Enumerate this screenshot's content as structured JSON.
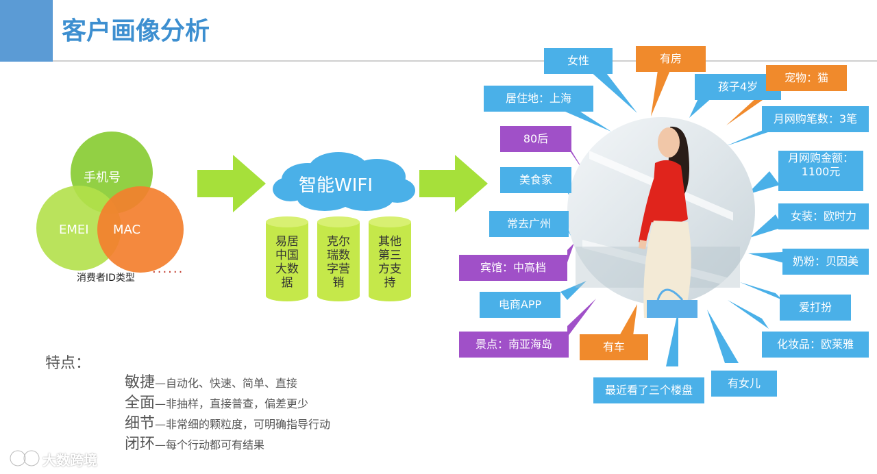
{
  "title": "客户画像分析",
  "venn": {
    "circles": [
      {
        "label": "手机号",
        "color": "#8ccd3a"
      },
      {
        "label": "EMEI",
        "color": "#b3e04a"
      },
      {
        "label": "MAC",
        "color": "#f37f2e"
      }
    ],
    "caption": "消费者ID类型",
    "dots": "......"
  },
  "cloud": {
    "label": "智能WIFI"
  },
  "cylinders": [
    {
      "lines": [
        "易居",
        "中国",
        "大数",
        "据"
      ]
    },
    {
      "lines": [
        "克尔",
        "瑞数",
        "字营",
        "销"
      ]
    },
    {
      "lines": [
        "其他",
        "第三",
        "方支",
        "持"
      ]
    }
  ],
  "tags": [
    {
      "text": "女性",
      "color": "blue"
    },
    {
      "text": "有房",
      "color": "orange"
    },
    {
      "text": "孩子4岁",
      "color": "blue"
    },
    {
      "text": "宠物：猫",
      "color": "orange"
    },
    {
      "text": "居住地：上海",
      "color": "blue"
    },
    {
      "text": "月网购笔数：3笔",
      "color": "blue"
    },
    {
      "text": "80后",
      "color": "purple"
    },
    {
      "text": "月网购金额：",
      "text2": "1100元",
      "color": "blue"
    },
    {
      "text": "美食家",
      "color": "blue"
    },
    {
      "text": "女装：欧时力",
      "color": "blue"
    },
    {
      "text": "常去广州",
      "color": "blue"
    },
    {
      "text": "奶粉：贝因美",
      "color": "blue"
    },
    {
      "text": "宾馆：中高档",
      "color": "purple"
    },
    {
      "text": "爱打扮",
      "color": "blue"
    },
    {
      "text": "电商APP",
      "color": "blue"
    },
    {
      "text": "化妆品：欧莱雅",
      "color": "blue"
    },
    {
      "text": "景点：南亚海岛",
      "color": "purple"
    },
    {
      "text": "有车",
      "color": "orange"
    },
    {
      "text": "最近看了三个楼盘",
      "color": "blue"
    },
    {
      "text": "有女儿",
      "color": "blue"
    }
  ],
  "features": {
    "heading": "特点：",
    "items": [
      {
        "term": "敏捷",
        "desc": "—自动化、快速、简单、直接"
      },
      {
        "term": "全面",
        "desc": "—非抽样，直接普查，偏差更少"
      },
      {
        "term": "细节",
        "desc": "—非常细的颗粒度，可明确指导行动"
      },
      {
        "term": "闭环",
        "desc": "—每个行动都可有结果"
      }
    ]
  },
  "watermark": "大数跨境",
  "colors": {
    "title": "#3d8fd0",
    "arrow": "#a6e03a",
    "cylinder": "#c5e84a",
    "cloud": "#4ab0e8"
  }
}
